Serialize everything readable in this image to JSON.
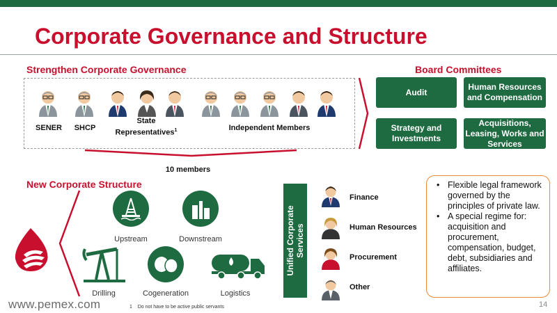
{
  "header": {
    "title": "Corporate Governance and Structure"
  },
  "governance": {
    "heading": "Strengthen Corporate Governance",
    "labels": {
      "sener": "SENER",
      "shcp": "SHCP",
      "state_line1": "State",
      "state_line2": "Representatives",
      "state_sup": "1",
      "independent": "Independent Members"
    },
    "members_note": "10 members"
  },
  "committees": {
    "heading": "Board Committees",
    "items": [
      "Audit",
      "Human Resources and Compensation",
      "Strategy and Investments",
      "Acquisitions, Leasing, Works and Services"
    ]
  },
  "structure": {
    "heading": "New Corporate Structure",
    "units": [
      "Upstream",
      "Downstream",
      "Drilling",
      "Cogeneration",
      "Logistics"
    ]
  },
  "services": {
    "vertical_label_line1": "Unified Corporate",
    "vertical_label_line2": "Services",
    "items": [
      "Finance",
      "Human Resources",
      "Procurement",
      "Other"
    ]
  },
  "notes": {
    "bullets": [
      "Flexible legal framework governed by the principles of private law.",
      "A special regime for: acquisition and procurement, compensation, budget, debt, subsidiaries and affiliates."
    ]
  },
  "footer": {
    "url": "www.pemex.com",
    "footnote_num": "1",
    "footnote_text": "Do not have to be active public servants",
    "page": "14"
  },
  "colors": {
    "brand_red": "#c8102e",
    "brand_green": "#1f6b41",
    "note_border": "#e8893a"
  }
}
